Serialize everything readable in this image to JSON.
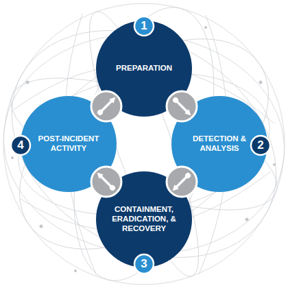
{
  "diagram": {
    "nodes": [
      {
        "text": [
          "PREPARATION"
        ]
      },
      {
        "text": [
          "DETECTION & ANALYSIS"
        ]
      },
      {
        "text": [
          "CONTAINMENT, ERADICATION, & RECOVERY"
        ]
      },
      {
        "text": [
          "POST-INCIDENT ACTIVITY"
        ]
      }
    ],
    "edges": [
      {
        "from": 0,
        "to": 1,
        "arrow": "to"
      },
      {
        "from": 1,
        "to": 2,
        "arrow": "to"
      },
      {
        "from": 2,
        "to": 3,
        "arrow": "to"
      },
      {
        "from": 3,
        "to": 0,
        "arrow": "to"
      }
    ],
    "labels": [
      "1",
      "2",
      "3",
      "4"
    ]
  }
}
